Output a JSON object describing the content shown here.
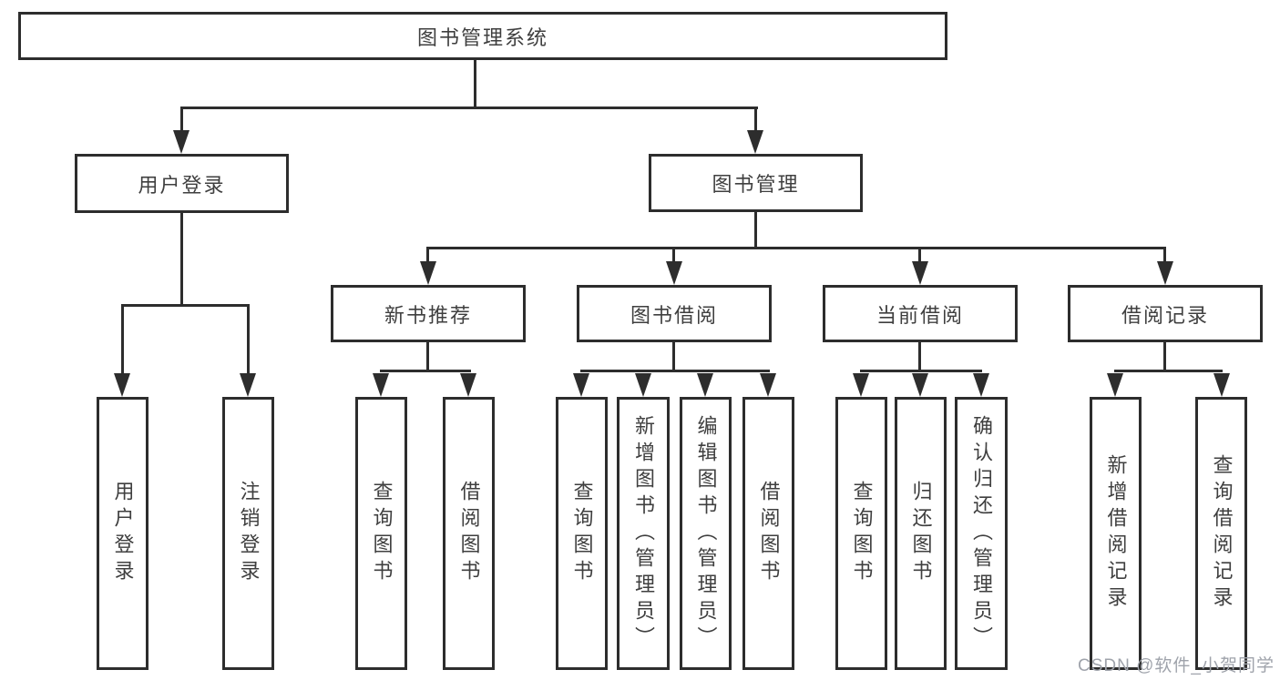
{
  "tree": {
    "root": {
      "label": "图书管理系统",
      "children": [
        {
          "label": "用户登录",
          "children": [
            {
              "label": "用户登录"
            },
            {
              "label": "注销登录"
            }
          ]
        },
        {
          "label": "图书管理",
          "children": [
            {
              "label": "新书推荐",
              "children": [
                {
                  "label": "查询图书"
                },
                {
                  "label": "借阅图书"
                }
              ]
            },
            {
              "label": "图书借阅",
              "children": [
                {
                  "label": "查询图书"
                },
                {
                  "label": "新增图书（管理员）"
                },
                {
                  "label": "编辑图书（管理员）"
                },
                {
                  "label": "借阅图书"
                }
              ]
            },
            {
              "label": "当前借阅",
              "children": [
                {
                  "label": "查询图书"
                },
                {
                  "label": "归还图书"
                },
                {
                  "label": "确认归还（管理员）"
                }
              ]
            },
            {
              "label": "借阅记录",
              "children": [
                {
                  "label": "新增借阅记录"
                },
                {
                  "label": "查询借阅记录"
                }
              ]
            }
          ]
        }
      ]
    }
  },
  "watermark": {
    "text": "CSDN @软件_小贺同学",
    "color": "#9fa3ab"
  },
  "colors": {
    "line": "#2d2d2d",
    "box_border": "#2d2d2d",
    "box_fill": "#ffffff",
    "text": "#3f3f3f",
    "background": "#ffffff"
  }
}
